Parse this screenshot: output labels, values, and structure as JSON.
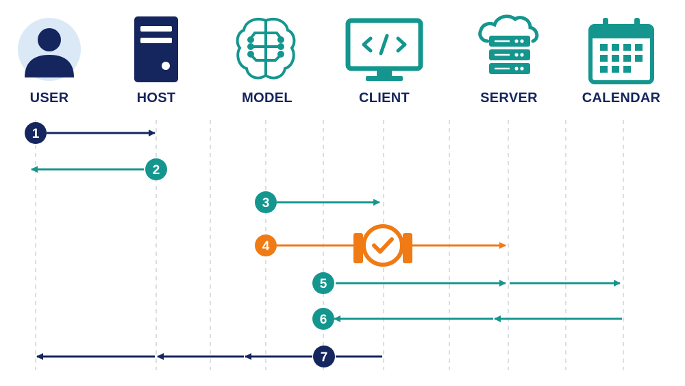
{
  "colors": {
    "navy": "#15255e",
    "teal": "#14968f",
    "orange": "#f07a13",
    "lifeline": "#cfd3d8",
    "user_bg": "#dbe9f7"
  },
  "actors": [
    {
      "key": "user",
      "label": "USER",
      "icon": "user-icon"
    },
    {
      "key": "host",
      "label": "HOST",
      "icon": "server-tower-icon"
    },
    {
      "key": "model",
      "label": "MODEL",
      "icon": "brain-circuit-icon"
    },
    {
      "key": "client",
      "label": "CLIENT",
      "icon": "code-monitor-icon"
    },
    {
      "key": "server",
      "label": "SERVER",
      "icon": "cloud-server-icon"
    },
    {
      "key": "calendar",
      "label": "CALENDAR",
      "icon": "calendar-icon"
    }
  ],
  "steps": [
    {
      "number": "1",
      "color": "navy"
    },
    {
      "number": "2",
      "color": "teal"
    },
    {
      "number": "3",
      "color": "teal"
    },
    {
      "number": "4",
      "color": "orange",
      "gate_icon": "valve-check-icon"
    },
    {
      "number": "5",
      "color": "teal"
    },
    {
      "number": "6",
      "color": "teal"
    },
    {
      "number": "7",
      "color": "navy"
    }
  ]
}
